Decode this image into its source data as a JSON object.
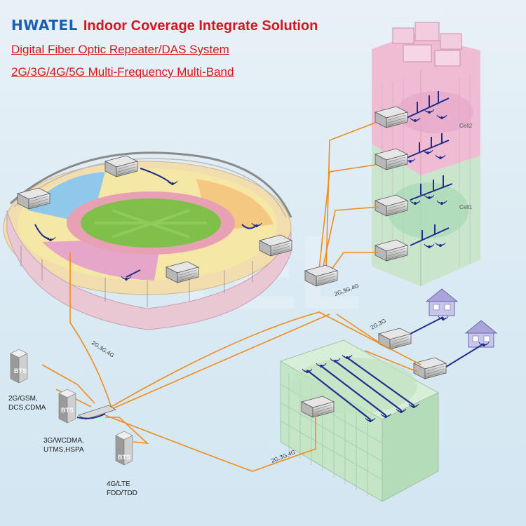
{
  "header": {
    "logo": "HWATEL",
    "title": "Indoor Coverage Integrate Solution",
    "subtitle1": "Digital Fiber Optic Repeater/DAS System",
    "subtitle2": "2G/3G/4G/5G Multi-Frequency Multi-Band"
  },
  "bts": {
    "bts1": {
      "icon_label": "BTS",
      "caption_line1": "2G/GSM,",
      "caption_line2": "DCS,CDMA"
    },
    "bts2": {
      "icon_label": "BTS",
      "caption_line1": "3G/WCDMA,",
      "caption_line2": "UTMS,HSPA"
    },
    "bts3": {
      "icon_label": "BTS",
      "caption_line1": "4G/LTE",
      "caption_line2": "FDD/TDD"
    }
  },
  "links": {
    "stadium": "2G,3G,4G",
    "tower": "2G,3G,4G",
    "houses": "2G,3G",
    "office": "2G,3G,4G"
  },
  "tower": {
    "cell2": "Cell2",
    "cell1": "Cell1"
  },
  "colors": {
    "fiber": "#f08c1e",
    "cable": "#1f2d8c",
    "brand": "#1a5fb4",
    "title": "#d01820"
  }
}
